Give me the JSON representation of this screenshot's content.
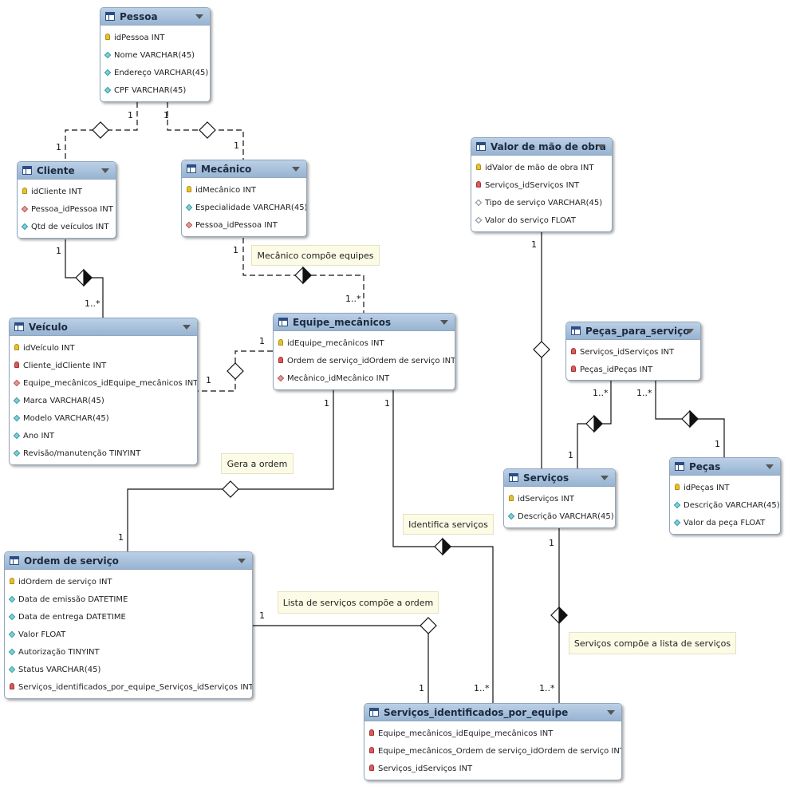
{
  "tables": {
    "pessoa": {
      "name": "Pessoa",
      "columns": [
        {
          "key": "pk",
          "text": "idPessoa INT"
        },
        {
          "key": "attr",
          "text": "Nome VARCHAR(45)"
        },
        {
          "key": "attr",
          "text": "Endereço VARCHAR(45)"
        },
        {
          "key": "attr",
          "text": "CPF VARCHAR(45)"
        }
      ]
    },
    "cliente": {
      "name": "Cliente",
      "columns": [
        {
          "key": "pk",
          "text": "idCliente INT"
        },
        {
          "key": "idx",
          "text": "Pessoa_idPessoa INT"
        },
        {
          "key": "attr",
          "text": "Qtd de veículos INT"
        }
      ]
    },
    "mecanico": {
      "name": "Mecânico",
      "columns": [
        {
          "key": "pk",
          "text": "idMecânico INT"
        },
        {
          "key": "attr",
          "text": "Especialidade VARCHAR(45)"
        },
        {
          "key": "idx",
          "text": "Pessoa_idPessoa INT"
        }
      ]
    },
    "veiculo": {
      "name": "Veículo",
      "columns": [
        {
          "key": "pk",
          "text": "idVeículo INT"
        },
        {
          "key": "fk",
          "text": "Cliente_idCliente INT"
        },
        {
          "key": "idx",
          "text": "Equipe_mecânicos_idEquipe_mecânicos INT"
        },
        {
          "key": "attr",
          "text": "Marca VARCHAR(45)"
        },
        {
          "key": "attr",
          "text": "Modelo VARCHAR(45)"
        },
        {
          "key": "attr",
          "text": "Ano INT"
        },
        {
          "key": "attr",
          "text": "Revisão/manutenção TINYINT"
        }
      ]
    },
    "equipe": {
      "name": "Equipe_mecânicos",
      "columns": [
        {
          "key": "pk",
          "text": "idEquipe_mecânicos INT"
        },
        {
          "key": "fk",
          "text": "Ordem de serviço_idOrdem de serviço INT"
        },
        {
          "key": "idx",
          "text": "Mecânico_idMecânico INT"
        }
      ]
    },
    "valor": {
      "name": "Valor de mão de obra",
      "columns": [
        {
          "key": "pk",
          "text": "idValor de mão de obra INT"
        },
        {
          "key": "fk",
          "text": "Serviços_idServiços INT"
        },
        {
          "key": "plain",
          "text": "Tipo de serviço VARCHAR(45)"
        },
        {
          "key": "plain",
          "text": "Valor do serviço FLOAT"
        }
      ]
    },
    "pecas_servico": {
      "name": "Peças_para_serviço",
      "columns": [
        {
          "key": "fk",
          "text": "Serviços_idServiços INT"
        },
        {
          "key": "fk",
          "text": "Peças_idPeças INT"
        }
      ]
    },
    "servicos": {
      "name": "Serviços",
      "columns": [
        {
          "key": "pk",
          "text": "idServiços INT"
        },
        {
          "key": "attr",
          "text": "Descrição VARCHAR(45)"
        }
      ]
    },
    "pecas": {
      "name": "Peças",
      "columns": [
        {
          "key": "pk",
          "text": "idPeças INT"
        },
        {
          "key": "attr",
          "text": "Descrição VARCHAR(45)"
        },
        {
          "key": "attr",
          "text": "Valor da peça FLOAT"
        }
      ]
    },
    "ordem": {
      "name": "Ordem de serviço",
      "columns": [
        {
          "key": "pk",
          "text": "idOrdem de serviço INT"
        },
        {
          "key": "attr",
          "text": "Data de emissão DATETIME"
        },
        {
          "key": "attr",
          "text": "Data de entrega DATETIME"
        },
        {
          "key": "attr",
          "text": "Valor FLOAT"
        },
        {
          "key": "attr",
          "text": "Autorização TINYINT"
        },
        {
          "key": "attr",
          "text": "Status VARCHAR(45)"
        },
        {
          "key": "fk",
          "text": "Serviços_identificados_por_equipe_Serviços_idServiços INT"
        }
      ]
    },
    "sip": {
      "name": "Serviços_identificados_por_equipe",
      "columns": [
        {
          "key": "fk",
          "text": "Equipe_mecânicos_idEquipe_mecânicos INT"
        },
        {
          "key": "fk",
          "text": "Equipe_mecânicos_Ordem de serviço_idOrdem de serviço INT"
        },
        {
          "key": "fk",
          "text": "Serviços_idServiços INT"
        }
      ]
    }
  },
  "notes": {
    "mecanico_compoe": "Mecânico compõe equipes",
    "gera_ordem": "Gera a ordem",
    "identifica": "Identifica serviços",
    "lista_compoe": "Lista de serviços compõe a ordem",
    "servicos_compoe": "Serviços compõe a lista de serviços"
  },
  "cardinalities": {
    "pessoa_cliente_a": "1",
    "pessoa_cliente_b": "1",
    "pessoa_mecanico_a": "1",
    "pessoa_mecanico_b": "1",
    "cliente_veiculo_a": "1",
    "cliente_veiculo_b": "1..*",
    "mecanico_equipe_a": "1",
    "mecanico_equipe_b": "1..*",
    "equipe_veiculo_a": "1",
    "equipe_veiculo_b": "1",
    "equipe_ordem_a": "1",
    "equipe_ordem_b": "1",
    "equipe_sip_a": "1",
    "equipe_sip_b": "1..*",
    "ordem_sip_a": "1",
    "ordem_sip_b": "1",
    "valor_servicos": "1",
    "servicos_pecas_a": "1",
    "servicos_pecas_b": "1..*",
    "pecas_pecas_a": "1..*",
    "pecas_pecas_b": "1",
    "servicos_sip_a": "1",
    "servicos_sip_b": "1..*"
  },
  "colors": {
    "header": "#97b4d2",
    "border": "#8fa6bf",
    "line": "#111111",
    "note_bg": "#fcfbe6"
  }
}
